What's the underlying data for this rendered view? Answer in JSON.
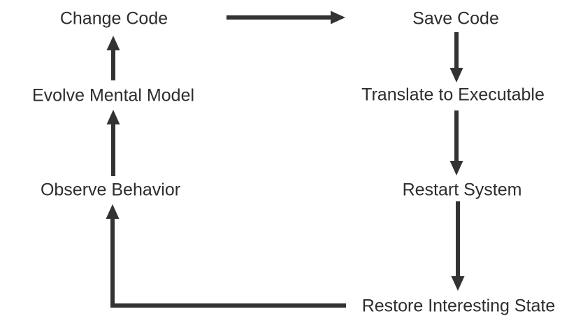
{
  "diagram": {
    "background": "#ffffff",
    "arrow_color": "#333333",
    "text_color": "#2d2d2d",
    "nodes": {
      "change_code": {
        "label": "Change Code"
      },
      "save_code": {
        "label": "Save Code"
      },
      "evolve_mental_model": {
        "label": "Evolve Mental Model"
      },
      "translate_to_executable": {
        "label": "Translate to Executable"
      },
      "observe_behavior": {
        "label": "Observe Behavior"
      },
      "restart_system": {
        "label": "Restart System"
      },
      "restore_interesting_state": {
        "label": "Restore Interesting State"
      }
    },
    "edges": [
      {
        "from": "Change Code",
        "to": "Save Code",
        "label": "Change Code → Save Code"
      },
      {
        "from": "Save Code",
        "to": "Translate to Executable",
        "label": "Save Code → Translate to Executable"
      },
      {
        "from": "Translate to Executable",
        "to": "Restart System",
        "label": "Translate to Executable → Restart System"
      },
      {
        "from": "Restart System",
        "to": "Restore Interesting State",
        "label": "Restart System → Restore Interesting State"
      },
      {
        "from": "Restore Interesting State",
        "to": "Observe Behavior",
        "label": "Restore Interesting State → Observe Behavior"
      },
      {
        "from": "Observe Behavior",
        "to": "Evolve Mental Model",
        "label": "Observe Behavior → Evolve Mental Model"
      },
      {
        "from": "Evolve Mental Model",
        "to": "Change Code",
        "label": "Evolve Mental Model → Change Code"
      }
    ]
  }
}
